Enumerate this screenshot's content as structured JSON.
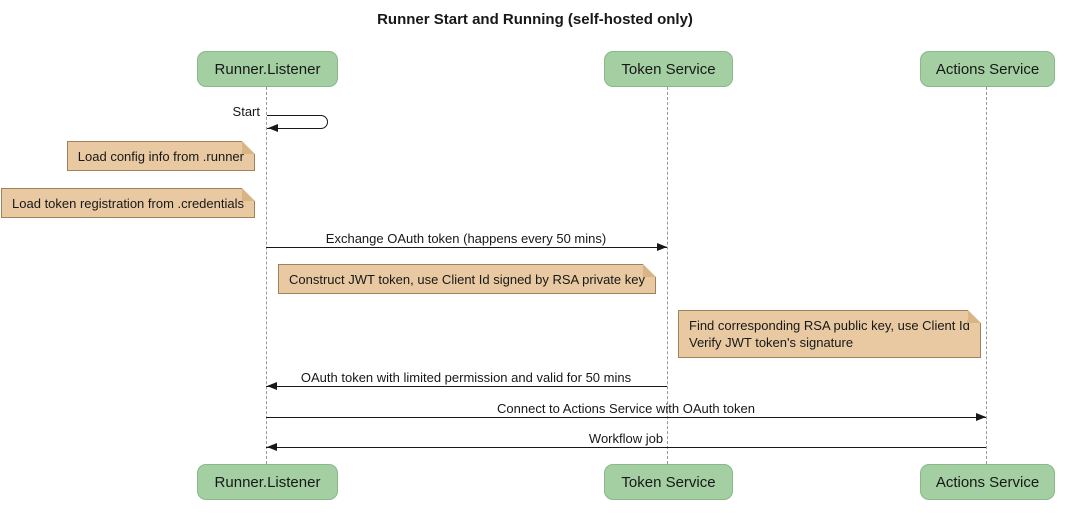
{
  "title": "Runner Start and Running (self-hosted only)",
  "participants": [
    {
      "label": "Runner.Listener"
    },
    {
      "label": "Token Service"
    },
    {
      "label": "Actions Service"
    }
  ],
  "messages": {
    "start": "Start",
    "exchange": "Exchange OAuth token (happens every 50 mins)",
    "oauth_return": "OAuth token with limited permission and valid for 50 mins",
    "connect": "Connect to Actions Service with OAuth token",
    "workflow": "Workflow job"
  },
  "notes": {
    "load_config": "Load config info from .runner",
    "load_credentials": "Load token registration from .credentials",
    "construct_jwt": "Construct JWT token, use Client Id signed by RSA private key",
    "verify_line1": "Find corresponding RSA public key, use Client Id",
    "verify_line2": "Verify JWT token's signature"
  },
  "colors": {
    "participant_fill": "#a3cfa3",
    "participant_border": "#89b889",
    "note_fill": "#e8c9a2",
    "note_border": "#a0815a",
    "note_fold": "#d9b586",
    "arrow": "#181818",
    "lifeline": "#999999"
  }
}
